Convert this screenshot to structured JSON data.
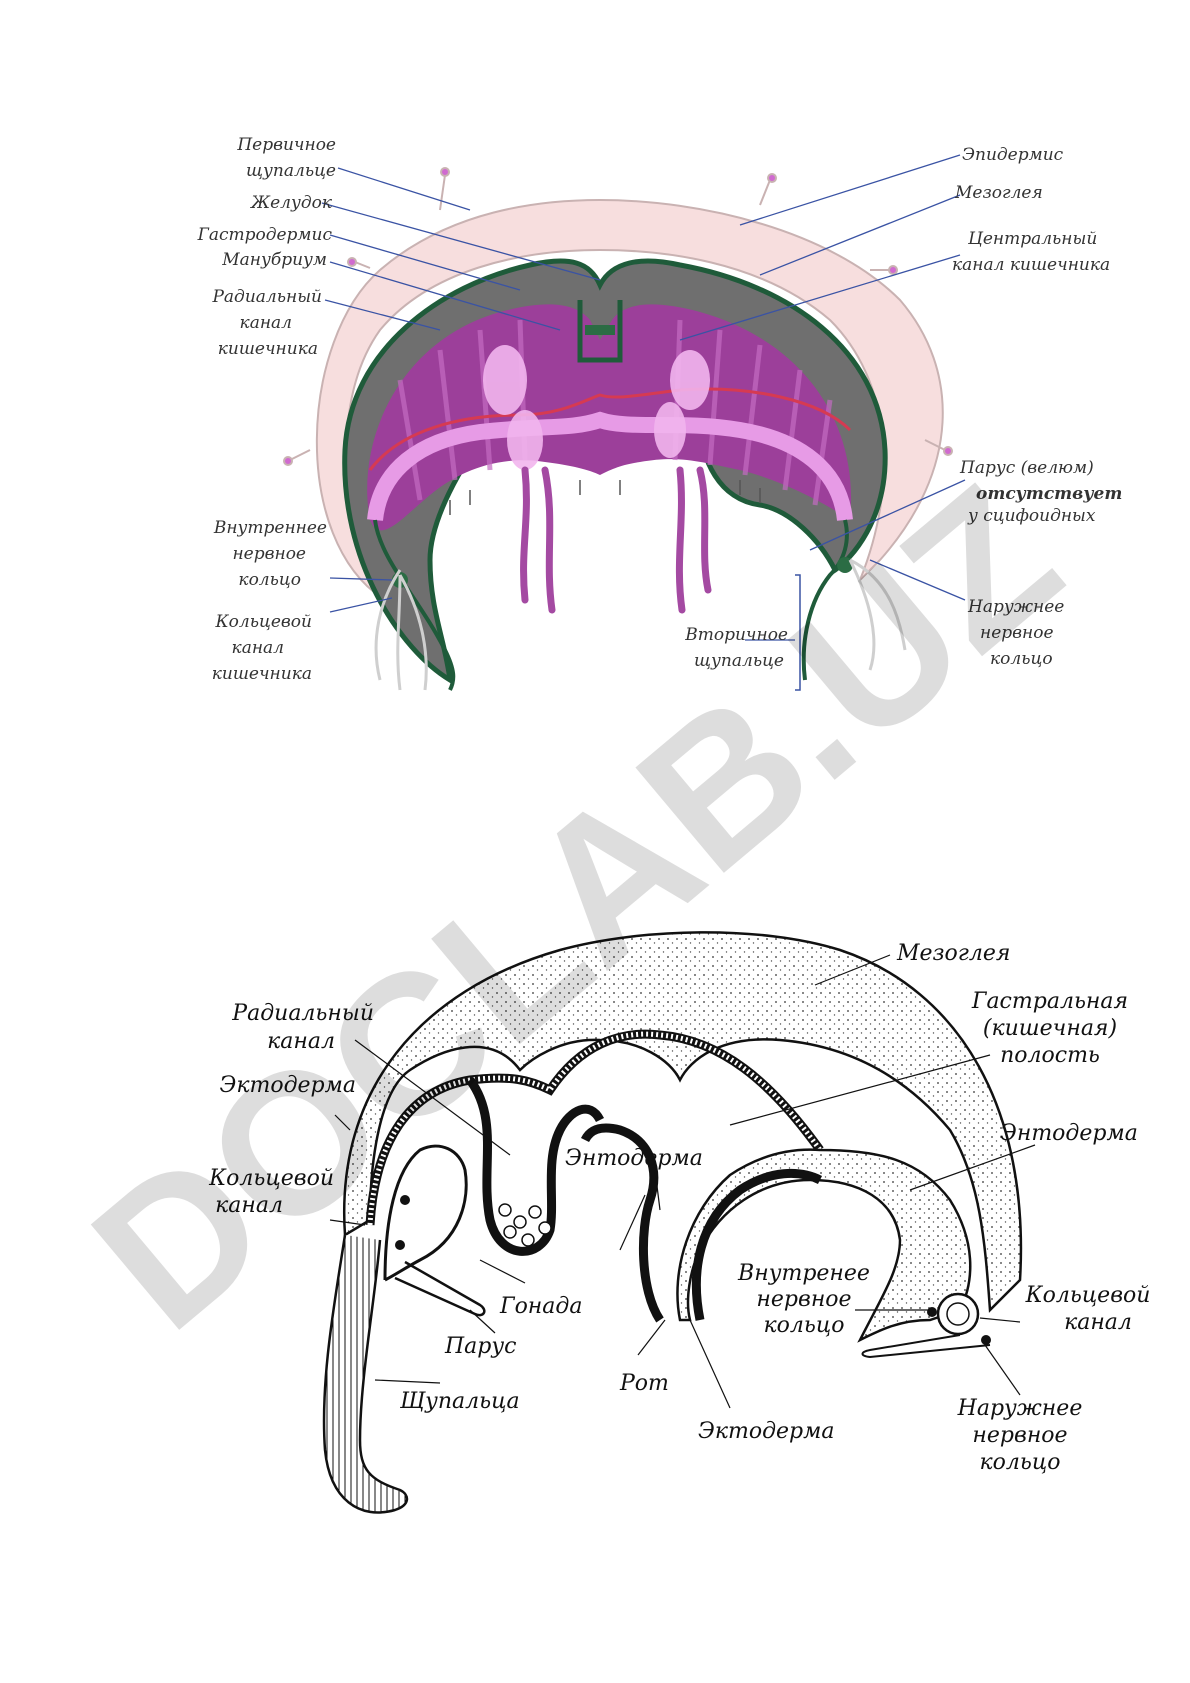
{
  "watermark": "DOCLAB.UZ",
  "top_diagram": {
    "labels": {
      "primary_tentacle": [
        "Первичное",
        "щупальце"
      ],
      "stomach": [
        "Желудок"
      ],
      "gastrodermis": [
        "Гастродермис"
      ],
      "manubrium": [
        "Манубриум"
      ],
      "radial_canal": [
        "Радиальный",
        "канал",
        "кишечника"
      ],
      "inner_nerve_ring": [
        "Внутреннее",
        "нервное",
        "кольцо"
      ],
      "ring_canal": [
        "Кольцевой",
        "канал",
        "кишечника"
      ],
      "epidermis": [
        "Эпидермис"
      ],
      "mesoglea": [
        "Мезоглея"
      ],
      "central_canal": [
        "Центральный",
        "канал кишечника"
      ],
      "velum": [
        "Парус (велюм)",
        "отсутствует",
        "у сцифоидных"
      ],
      "outer_nerve_ring": [
        "Наружнее",
        "нервное",
        "кольцо"
      ],
      "secondary_tentacle": [
        "Вторичное",
        "щупальце"
      ]
    },
    "colors": {
      "bell": "#f7dede",
      "mesoglea_gray": "#6f6f6f",
      "gastrodermis_green": "#1f5b3a",
      "cavity_purple": "#9c3f9a",
      "canal_pink": "#e79be6",
      "red_canal": "#d63a52"
    }
  },
  "bottom_diagram": {
    "labels": {
      "mesoglea": [
        "Мезоглея"
      ],
      "radial_canal": [
        "Радиальный",
        "канал"
      ],
      "ectoderm_left": [
        "Эктодерма"
      ],
      "ring_canal_left": [
        "Кольцевой",
        "канал"
      ],
      "gastral_cavity": [
        "Гастральная",
        "(кишечная)",
        "полость"
      ],
      "endoderm_center": [
        "Энтодерма"
      ],
      "endoderm_right": [
        "Энтодерма"
      ],
      "gonad": [
        "Гонада"
      ],
      "velum": [
        "Парус"
      ],
      "mouth": [
        "Рот"
      ],
      "tentacles": [
        "Щупальца"
      ],
      "ectoderm_bottom": [
        "Эктодерма"
      ],
      "inner_nerve_ring": [
        "Внутренее",
        "нервное",
        "кольцо"
      ],
      "ring_canal_right": [
        "Кольцевой",
        "канал"
      ],
      "outer_nerve_ring": [
        "Наружнее",
        "нервное",
        "кольцо"
      ]
    }
  }
}
